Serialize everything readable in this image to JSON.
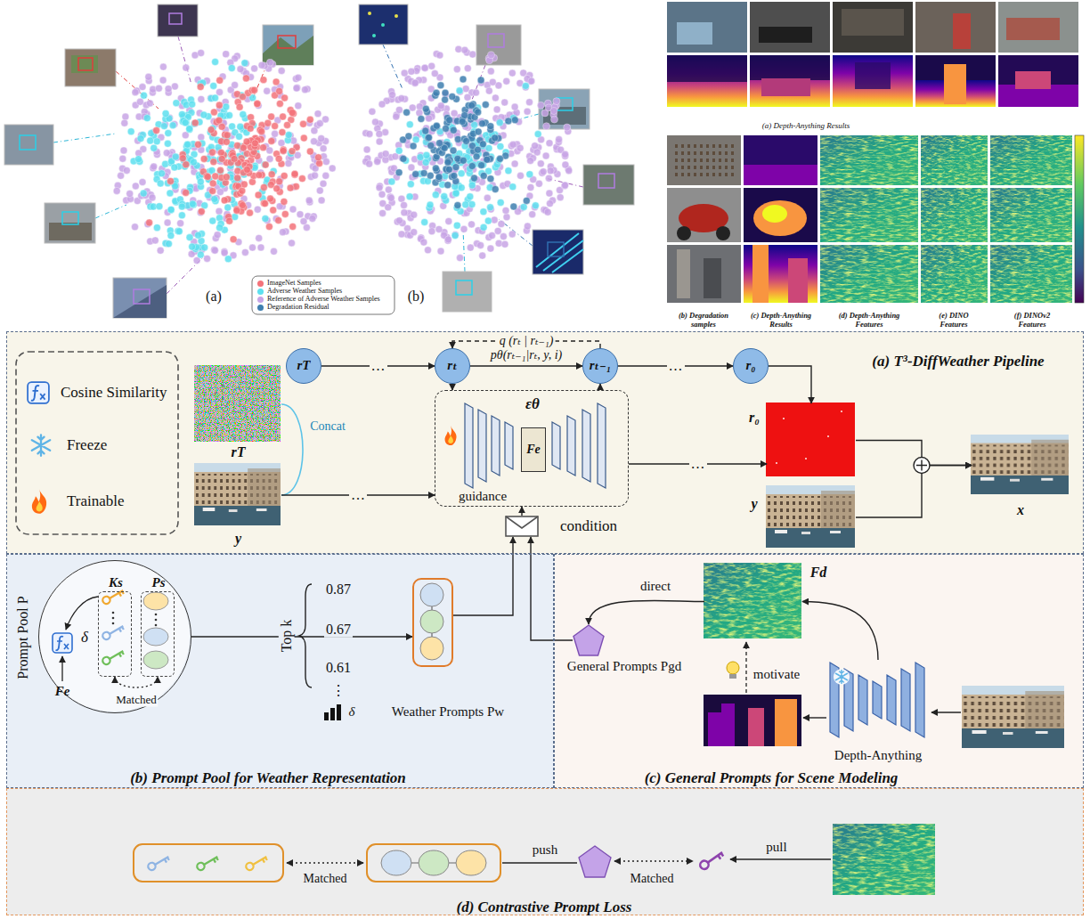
{
  "diagram": {
    "nodes": [
      {
        "text": [
          "(a) T³-DiffWeather Pipeline"
        ]
      },
      {
        "text": [
          "rT"
        ],
        "in": 0
      },
      {
        "text": [
          "y"
        ],
        "in": 0
      },
      {
        "text": [
          "rT"
        ],
        "in": 0
      },
      {
        "text": [
          "rₜ"
        ],
        "in": 0
      },
      {
        "text": [
          "rₜ₋₁"
        ],
        "in": 0
      },
      {
        "text": [
          "r₀"
        ],
        "in": 0
      },
      {
        "text": [
          "εθ",
          "guidance"
        ],
        "in": 0
      },
      {
        "text": [
          "Fe"
        ],
        "in": 7
      },
      {
        "text": [
          "condition"
        ],
        "in": 0
      },
      {
        "text": [
          "r₀"
        ],
        "in": 0
      },
      {
        "text": [
          "y"
        ],
        "in": 0
      },
      {
        "text": [
          "x"
        ],
        "in": 0
      },
      {
        "text": [
          "(b) Prompt Pool for Weather Representation"
        ]
      },
      {
        "text": [
          "Prompt Pool P"
        ],
        "in": 13
      },
      {
        "text": [
          "Ks"
        ],
        "in": 14
      },
      {
        "text": [
          "Ps"
        ],
        "in": 14
      },
      {
        "text": [
          "Weather Prompts Pw"
        ],
        "in": 13
      },
      {
        "text": [
          "(c) General Prompts for Scene Modeling"
        ]
      },
      {
        "text": [
          "General Prompts Pgd"
        ],
        "in": 18
      },
      {
        "text": [
          "Fd"
        ],
        "in": 18
      },
      {
        "text": [
          "Depth-Anything"
        ],
        "in": 18
      },
      {
        "text": [
          "(d) Contrastive Prompt Loss"
        ]
      }
    ],
    "edges": [
      {
        "from": 3,
        "to": 4,
        "label": "…",
        "arrow": "to"
      },
      {
        "from": 4,
        "to": 5,
        "label": "pθ(rₜ₋₁|rₜ, y, i)",
        "arrow": "to"
      },
      {
        "from": 5,
        "to": 4,
        "label": "q (rₜ | rₜ₋₁)",
        "arrow": "to"
      },
      {
        "from": 5,
        "to": 6,
        "label": "…",
        "arrow": "to"
      },
      {
        "from": 4,
        "to": 7,
        "arrow": "to"
      },
      {
        "from": 7,
        "to": 5,
        "arrow": "to"
      },
      {
        "from": 6,
        "to": 10,
        "arrow": "to"
      },
      {
        "from": 1,
        "to": 2,
        "label": "Concat",
        "arrow": "none"
      },
      {
        "from": 2,
        "to": 7,
        "label": "…",
        "arrow": "to"
      },
      {
        "from": 7,
        "to": 10,
        "label": "…",
        "arrow": "to"
      },
      {
        "from": 10,
        "to": 12,
        "arrow": "to"
      },
      {
        "from": 11,
        "to": 12,
        "arrow": "to"
      },
      {
        "from": 9,
        "to": 7,
        "arrow": "to"
      },
      {
        "from": 17,
        "to": 9,
        "arrow": "to"
      },
      {
        "from": 19,
        "to": 9,
        "arrow": "to"
      },
      {
        "from": 15,
        "to": 16,
        "label": "Matched",
        "arrow": "both"
      },
      {
        "from": 14,
        "to": 17,
        "arrow": "to"
      },
      {
        "from": 21,
        "to": 20,
        "arrow": "to"
      },
      {
        "from": 20,
        "to": 19,
        "label": "direct",
        "arrow": "to"
      }
    ],
    "labels": [
      "(a)",
      "(b)",
      "(a) Depth-Anything Results",
      "(b) Degradation samples",
      "(c) Depth-Anything Results",
      "(d) Depth-Anything Features",
      "(e) DINO Features",
      "(f) DINOv2 Features",
      "δ",
      "Fe",
      "Top k",
      "0.87",
      "0.67",
      "0.61",
      "⋮",
      "δ",
      "motivate",
      "Matched",
      "push",
      "Matched",
      "pull"
    ],
    "legend": [
      {
        "text": "ImageNet Samples",
        "color": "#f4737a"
      },
      {
        "text": "Adverse Weather Samples",
        "color": "#5ee0ef"
      },
      {
        "text": "Reference of Adverse Weather Samples",
        "color": "#c8a5e6"
      },
      {
        "text": "Degradation Residual",
        "color": "#3f7fb0"
      },
      {
        "text": "Cosine Similarity"
      },
      {
        "text": "Freeze"
      },
      {
        "text": "Trainable"
      }
    ]
  }
}
